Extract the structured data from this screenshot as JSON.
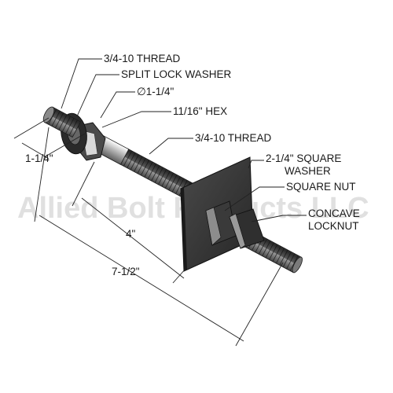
{
  "labels": {
    "thread_top": "3/4-10 THREAD",
    "split_lock_washer": "SPLIT LOCK WASHER",
    "diameter": "∅1-1/4\"",
    "hex": "11/16\" HEX",
    "thread_mid": "3/4-10 THREAD",
    "square_washer_1": "2-1/4\" SQUARE",
    "square_washer_2": "WASHER",
    "square_nut": "SQUARE NUT",
    "concave_1": "CONCAVE",
    "concave_2": "LOCKNUT",
    "dim_thread_end": "1-1/4\"",
    "dim_4": "4\"",
    "dim_7_5": "7-1/2\""
  },
  "watermark": "Allied Bolt Products LLC",
  "colors": {
    "steel_dark": "#2e2e2e",
    "steel_mid": "#6b6b6b",
    "steel_light": "#c9c9c9",
    "plate": "#333333"
  }
}
